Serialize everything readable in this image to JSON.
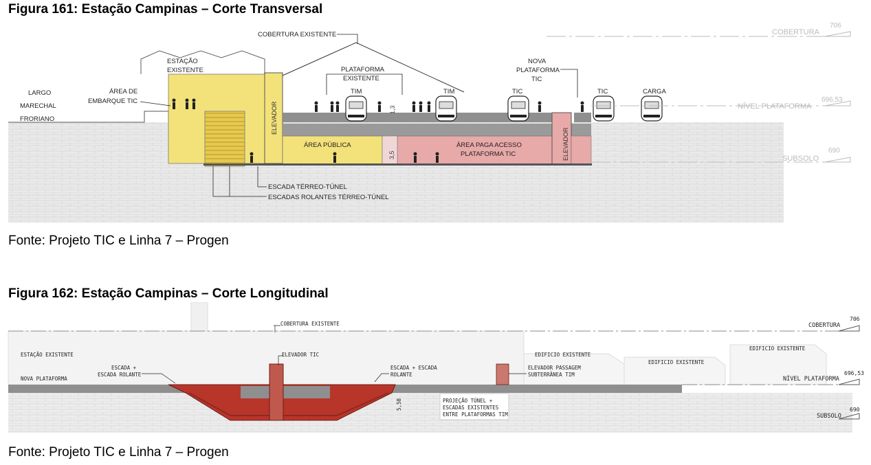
{
  "figure1": {
    "title": "Figura 161: Estação Campinas – Corte Transversal",
    "source": "Fonte: Projeto TIC e Linha 7 – Progen",
    "labels": {
      "largo1": "LARGO",
      "largo2": "MARECHAL",
      "largo3": "FRORIANO",
      "area_embarque1": "ÁREA DE",
      "area_embarque2": "EMBARQUE TIC",
      "estacao1": "ESTAÇÃO",
      "estacao2": "EXISTENTE",
      "cobertura_existente": "COBERTURA EXISTENTE",
      "plataforma1": "PLATAFORMA",
      "plataforma2": "EXISTENTE",
      "tim_a": "TIM",
      "tim_b": "TIM",
      "nova1": "NOVA",
      "nova2": "PLATAFORMA",
      "nova3": "TIC",
      "tic_a": "TIC",
      "tic_b": "TIC",
      "carga": "CARGA",
      "elevador_left": "ELEVADOR",
      "elevador_right": "ELEVADOR",
      "area_publica": "ÁREA PÚBLICA",
      "area_paga1": "ÁREA PAGA ACESSO",
      "area_paga2": "PLATAFORMA TIC",
      "dim_13": "1,3",
      "dim_35": "3,5",
      "escada_tunel": "ESCADA TÉRREO-TÚNEL",
      "escadas_rolantes": "ESCADAS ROLANTES TÉRREO-TÚNEL",
      "level_cobertura": "COBERTURA",
      "level_cobertura_val": "706",
      "level_plataforma": "NÍVEL PLATAFORMA",
      "level_plataforma_val": "696,53",
      "level_subsolo": "SUBSOLO",
      "level_subsolo_val": "690"
    }
  },
  "figure2": {
    "title": "Figura 162: Estação Campinas – Corte Longitudinal",
    "source": "Fonte: Projeto TIC e Linha 7 – Progen",
    "labels": {
      "cobertura_existente": "COBERTURA EXISTENTE",
      "estacao_existente": "ESTAÇÃO EXISTENTE",
      "nova_plataforma": "NOVA PLATAFORMA",
      "escada_rolante1": "ESCADA +",
      "escada_rolante2": "ESCADA ROLANTE",
      "elevador_tic": "ELEVADOR TIC",
      "escada_escada1": "ESCADA + ESCADA",
      "escada_escada2": "ROLANTE",
      "edificio_a": "EDIFICIO EXISTENTE",
      "edificio_b": "EDIFICIO EXISTENTE",
      "edificio_c": "EDIFICIO EXISTENTE",
      "elevador_passagem1": "ELEVADOR PASSAGEM",
      "elevador_passagem2": "SUBTERRÂNEA TIM",
      "projecao1": "PROJEÇÃO TÚNEL +",
      "projecao2": "ESCADAS EXISTENTES",
      "projecao3": "ENTRE PLATAFORMAS TIM",
      "dim_58": "5,58",
      "level_cobertura": "COBERTURA",
      "level_cobertura_val": "706",
      "level_plataforma": "NÍVEL PLATAFORMA",
      "level_plataforma_val": "696,53",
      "level_subsolo": "SUBSOLO",
      "level_subsolo_val": "690"
    }
  },
  "colors": {
    "yellow": "#f3e27a",
    "pink": "#e8a9a9",
    "red": "#b8352a",
    "dark_red": "#8c2a20",
    "ground": "#e6e6e6",
    "slab": "#9a9a9a"
  }
}
